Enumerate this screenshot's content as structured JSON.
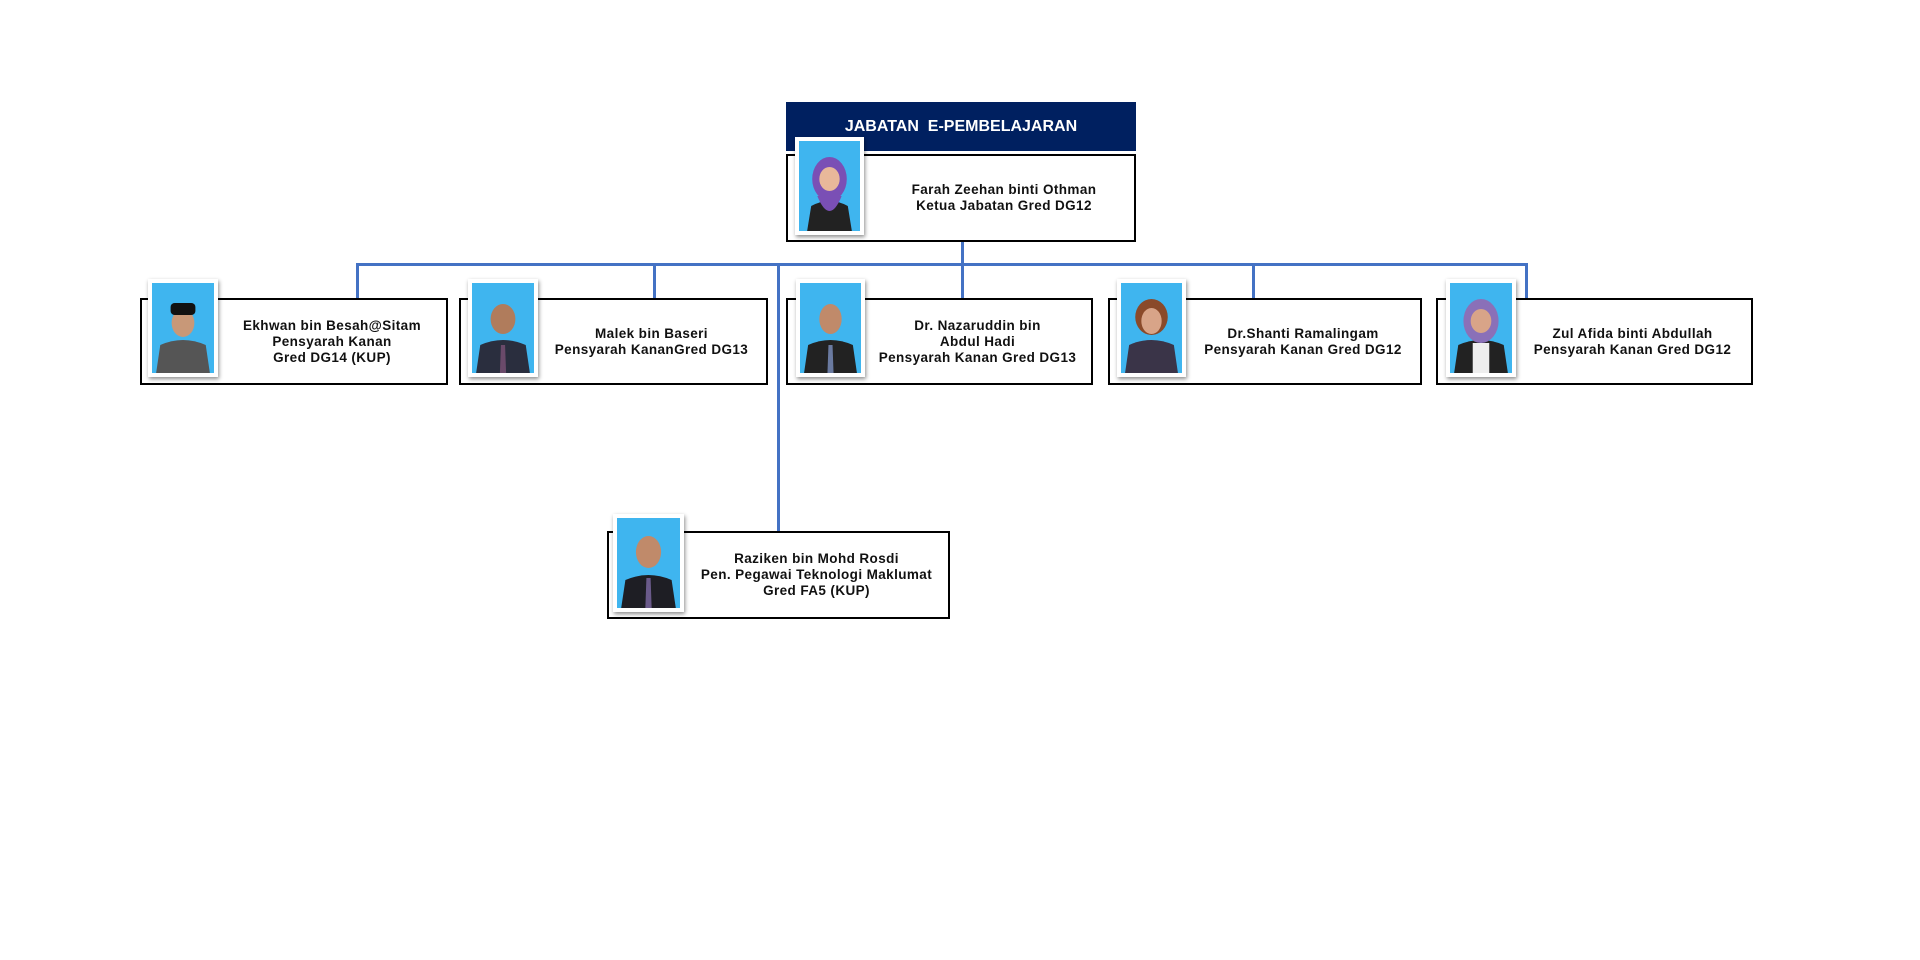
{
  "department": {
    "title": "JABATAN  E-PEMBELAJARAN"
  },
  "head": {
    "name": "Farah Zeehan binti Othman",
    "role": "Ketua Jabatan Gred DG12"
  },
  "staff": [
    {
      "lines": [
        "Ekhwan bin Besah@Sitam",
        "Pensyarah Kanan",
        "Gred DG14 (KUP)"
      ]
    },
    {
      "lines": [
        "Malek bin Baseri",
        "Pensyarah KananGred DG13"
      ]
    },
    {
      "lines": [
        "Dr. Nazaruddin bin",
        "Abdul Hadi",
        "Pensyarah Kanan Gred DG13"
      ]
    },
    {
      "lines": [
        "Dr.Shanti Ramalingam",
        "Pensyarah Kanan Gred DG12"
      ]
    },
    {
      "lines": [
        "Zul Afida binti Abdullah",
        "Pensyarah Kanan Gred DG12"
      ]
    }
  ],
  "support": {
    "lines": [
      "Raziken bin Mohd Rosdi",
      "Pen. Pegawai Teknologi Maklumat",
      "Gred FA5 (KUP)"
    ]
  },
  "colors": {
    "header_bg": "#002060",
    "connector": "#4472c4",
    "photo_bg": "#3fb5ef"
  }
}
